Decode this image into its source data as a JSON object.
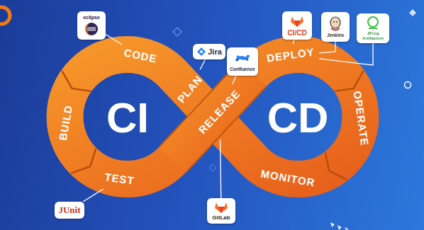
{
  "diagram": {
    "nodes": [
      {
        "text": [
          "eclipse"
        ]
      },
      {
        "text": [
          "CODE"
        ]
      },
      {
        "text": [
          "BUILD"
        ]
      },
      {
        "text": [
          "TEST"
        ]
      },
      {
        "text": [
          "JUnit"
        ]
      },
      {
        "text": [
          "Jira"
        ]
      },
      {
        "text": [
          "Confluence"
        ]
      },
      {
        "text": [
          "PLAN"
        ]
      },
      {
        "text": [
          "RELEASE"
        ]
      },
      {
        "text": [
          "GitLab"
        ]
      },
      {
        "text": [
          "CI/CD"
        ]
      },
      {
        "text": [
          "Jenkins"
        ]
      },
      {
        "text": [
          "JFrog Artifactory"
        ]
      },
      {
        "text": [
          "DEPLOY"
        ]
      },
      {
        "text": [
          "OPERATE"
        ]
      },
      {
        "text": [
          "MONITOR"
        ]
      }
    ],
    "edges": [
      {
        "from": 0,
        "to": 1,
        "arrow": "none"
      },
      {
        "from": 4,
        "to": 3,
        "arrow": "none"
      },
      {
        "from": 5,
        "to": 7,
        "arrow": "none"
      },
      {
        "from": 6,
        "to": 8,
        "arrow": "none"
      },
      {
        "from": 9,
        "to": 8,
        "arrow": "none"
      },
      {
        "from": 10,
        "to": 13,
        "arrow": "none"
      },
      {
        "from": 11,
        "to": 13,
        "arrow": "none"
      },
      {
        "from": 12,
        "to": 13,
        "arrow": "none"
      }
    ],
    "labels": [
      "CI",
      "CD"
    ]
  }
}
